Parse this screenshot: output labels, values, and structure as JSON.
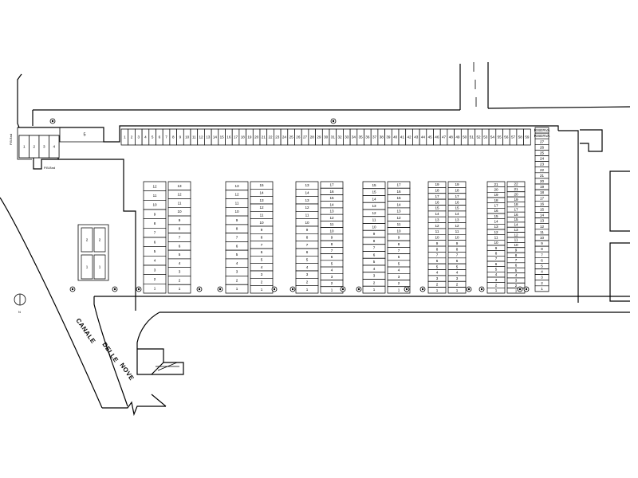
{
  "street_name": [
    "CANALE",
    "DELLE",
    "NOVE"
  ],
  "north_label": "N",
  "fixed_labels": [
    "P.B.Bnd",
    "P.B.Bnd"
  ],
  "small_block": {
    "label": "5"
  },
  "left_group": [
    "1",
    "2",
    "3",
    "4"
  ],
  "top_row": [
    "1",
    "2",
    "3",
    "4",
    "5",
    "6",
    "7",
    "8",
    "9",
    "10",
    "11",
    "12",
    "13",
    "14",
    "15",
    "16",
    "17",
    "18",
    "19",
    "20",
    "21",
    "22",
    "23",
    "24",
    "25",
    "26",
    "27",
    "28",
    "29",
    "30",
    "31",
    "32",
    "33",
    "34",
    "35",
    "36",
    "37",
    "38",
    "39",
    "40",
    "41",
    "42",
    "43",
    "44",
    "45",
    "46",
    "47",
    "48",
    "49",
    "50",
    "51",
    "52",
    "53",
    "54",
    "55",
    "56",
    "57",
    "58",
    "59"
  ],
  "right_column": [
    "RISERVA",
    "RISERVA",
    "27",
    "26",
    "25",
    "24",
    "23",
    "22",
    "21",
    "20",
    "19",
    "18",
    "17",
    "16",
    "15",
    "14",
    "13",
    "12",
    "11",
    "10",
    "9",
    "8",
    "7",
    "6",
    "5",
    "4",
    "3",
    "2",
    "1"
  ],
  "moto_block": {
    "left": [
      "2",
      "1"
    ],
    "right": [
      "2",
      "1"
    ]
  },
  "blocks": [
    {
      "left": [
        "12",
        "11",
        "10",
        "9",
        "8",
        "7",
        "6",
        "5",
        "4",
        "3",
        "2",
        "1"
      ],
      "right": [
        "13",
        "12",
        "11",
        "10",
        "9",
        "8",
        "7",
        "6",
        "5",
        "4",
        "3",
        "2",
        "1"
      ]
    },
    {
      "left": [
        "13",
        "12",
        "11",
        "10",
        "9",
        "8",
        "7",
        "6",
        "5",
        "4",
        "3",
        "2",
        "1"
      ],
      "right": [
        "15",
        "14",
        "13",
        "12",
        "11",
        "10",
        "9",
        "8",
        "7",
        "6",
        "5",
        "4",
        "3",
        "2",
        "1"
      ]
    },
    {
      "left": [
        "13",
        "14",
        "13",
        "12",
        "11",
        "10",
        "9",
        "8",
        "7",
        "6",
        "5",
        "4",
        "3",
        "2",
        "1"
      ],
      "right": [
        "17",
        "16",
        "15",
        "14",
        "13",
        "12",
        "11",
        "10",
        "9",
        "8",
        "7",
        "6",
        "5",
        "4",
        "3",
        "2",
        "1"
      ]
    },
    {
      "left": [
        "15",
        "15",
        "14",
        "13",
        "12",
        "11",
        "10",
        "9",
        "8",
        "7",
        "6",
        "5",
        "4",
        "3",
        "2",
        "1"
      ],
      "right": [
        "17",
        "16",
        "15",
        "14",
        "13",
        "12",
        "11",
        "10",
        "9",
        "8",
        "7",
        "6",
        "5",
        "4",
        "3",
        "2",
        "1"
      ]
    },
    {
      "left": [
        "19",
        "18",
        "17",
        "16",
        "15",
        "14",
        "13",
        "12",
        "11",
        "10",
        "9",
        "8",
        "7",
        "6",
        "5",
        "4",
        "3",
        "2",
        "1"
      ],
      "right": [
        "19",
        "18",
        "17",
        "16",
        "15",
        "14",
        "13",
        "12",
        "11",
        "10",
        "9",
        "8",
        "7",
        "6",
        "5",
        "4",
        "3",
        "2",
        "1"
      ]
    },
    {
      "left": [
        "21",
        "20",
        "19",
        "18",
        "17",
        "16",
        "15",
        "14",
        "13",
        "12",
        "11",
        "10",
        "9",
        "8",
        "7",
        "6",
        "5",
        "4",
        "3",
        "2",
        "1"
      ],
      "right": [
        "22",
        "21",
        "20",
        "19",
        "18",
        "17",
        "16",
        "15",
        "14",
        "13",
        "12",
        "11",
        "10",
        "9",
        "8",
        "7",
        "6",
        "5",
        "4",
        "3",
        "2",
        "1"
      ]
    }
  ]
}
